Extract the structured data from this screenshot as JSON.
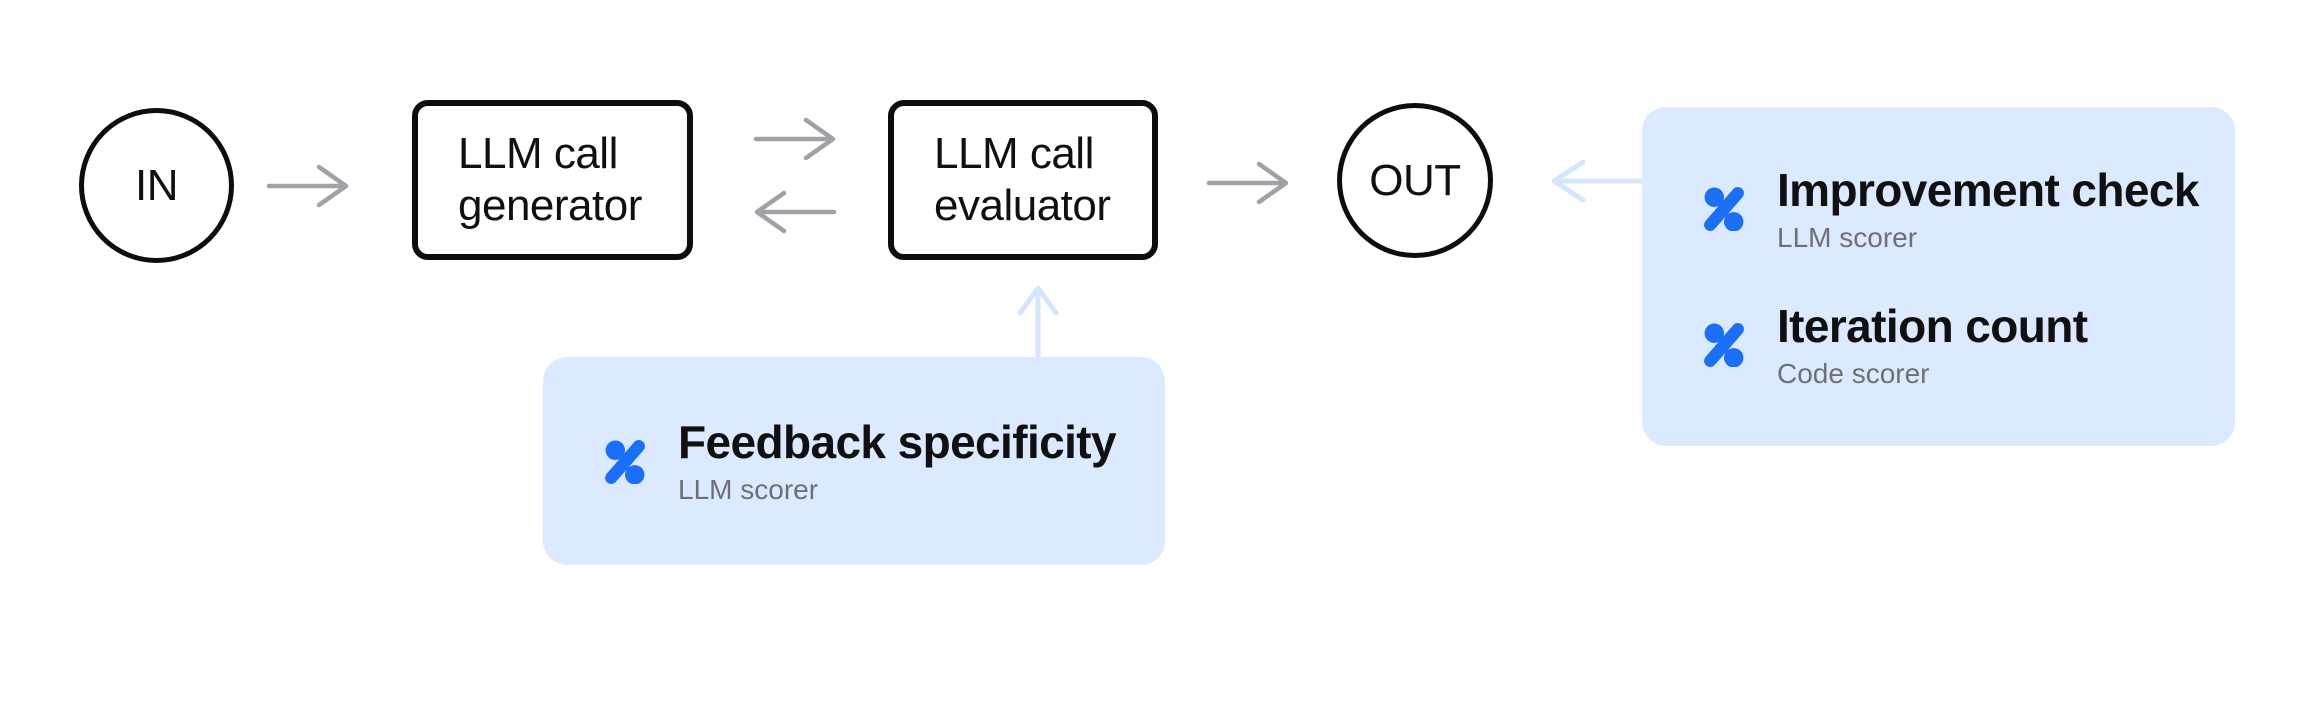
{
  "colors": {
    "background": "#ffffff",
    "node-stroke": "#0d0d0f",
    "text-primary": "#101012",
    "text-secondary": "#6f7076",
    "arrow-gray": "#a1a1a8",
    "arrow-blue": "#d5e5fb",
    "card-blue": "#dbeafe",
    "icon-blue": "#1a6ff5"
  },
  "nodes": {
    "in": {
      "label": "IN"
    },
    "generator": {
      "line1": "LLM call",
      "line2": "generator"
    },
    "evaluator": {
      "line1": "LLM call",
      "line2": "evaluator"
    },
    "out": {
      "label": "OUT"
    }
  },
  "cards": {
    "evaluator_scorers": {
      "items": [
        {
          "icon": "percent-scorer-icon",
          "title": "Feedback specificity",
          "subtitle": "LLM scorer"
        }
      ]
    },
    "out_scorers": {
      "items": [
        {
          "icon": "percent-scorer-icon",
          "title": "Improvement check",
          "subtitle": "LLM scorer"
        },
        {
          "icon": "percent-scorer-icon",
          "title": "Iteration count",
          "subtitle": "Code scorer"
        }
      ]
    }
  }
}
